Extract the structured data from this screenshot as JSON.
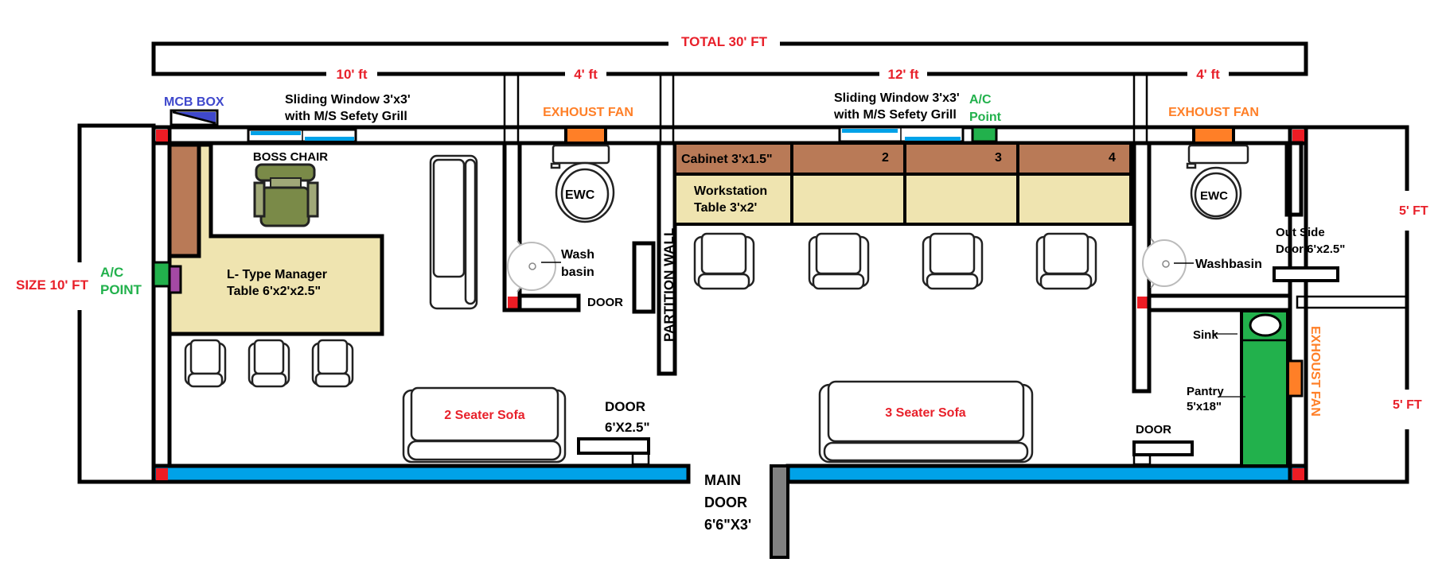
{
  "plan": {
    "dimensions": {
      "total": "TOTAL 30' FT",
      "seg1": "10' ft",
      "seg2": "4' ft",
      "seg3": "12' ft",
      "seg4": "4' ft",
      "size_left": "SIZE 10' FT",
      "right_top": "5' FT",
      "right_bottom": "5' FT"
    },
    "labels": {
      "mcb_box": "MCB BOX",
      "window_left_l1": "Sliding Window 3'x3'",
      "window_left_l2": "with M/S Sefety Grill",
      "window_right_l1": "Sliding Window 3'x3'",
      "window_right_l2": "with M/S Sefety Grill",
      "exhaust_fan_1": "EXHOUST FAN",
      "exhaust_fan_2": "EXHOUST FAN",
      "exhaust_fan_3": "EXHOUST FAN",
      "ac_left_l1": "A/C",
      "ac_left_l2": "POINT",
      "ac_right_l1": "A/C",
      "ac_right_l2": "Point",
      "boss_chair": "BOSS CHAIR",
      "manager_table_l1": "L- Type Manager",
      "manager_table_l2": "Table 6'x2'x2.5\"",
      "ewc_1": "EWC",
      "ewc_2": "EWC",
      "wash_basin_l1": "Wash",
      "wash_basin_l2": "basin",
      "washbasin_2": "Washbasin",
      "door_toilet": "DOOR",
      "partition_wall": "PARTITION WALL",
      "cabinet": "Cabinet 3'x1.5\"",
      "cabinet_2": "2",
      "cabinet_3": "3",
      "cabinet_4": "4",
      "workstation_l1": "Workstation",
      "workstation_l2": "Table 3'x2'",
      "sofa_2": "2 Seater Sofa",
      "sofa_3": "3 Seater Sofa",
      "door_cabin_l1": "DOOR",
      "door_cabin_l2": "6'X2.5\"",
      "main_door_l1": "MAIN",
      "main_door_l2": "DOOR",
      "main_door_l3": "6'6\"X3'",
      "door_pantry": "DOOR",
      "outside_door_l1": "Out Side",
      "outside_door_l2": "Door 6'x2.5\"",
      "sink": "Sink",
      "pantry_l1": "Pantry",
      "pantry_l2": "5'x18\""
    },
    "colors": {
      "dimension_text": "#e8202a",
      "column": "#ed1c24",
      "window_glass": "#00a2e8",
      "exhaust_fan": "#ff7f27",
      "ac_point": "#22b14c",
      "mcb_box": "#3f48cc",
      "cabinet": "#b97a57",
      "table": "#efe4b0",
      "boss_chair": "#7a8a48",
      "socket": "#a349a4",
      "pantry": "#22b14c",
      "main_door": "#808080"
    }
  }
}
